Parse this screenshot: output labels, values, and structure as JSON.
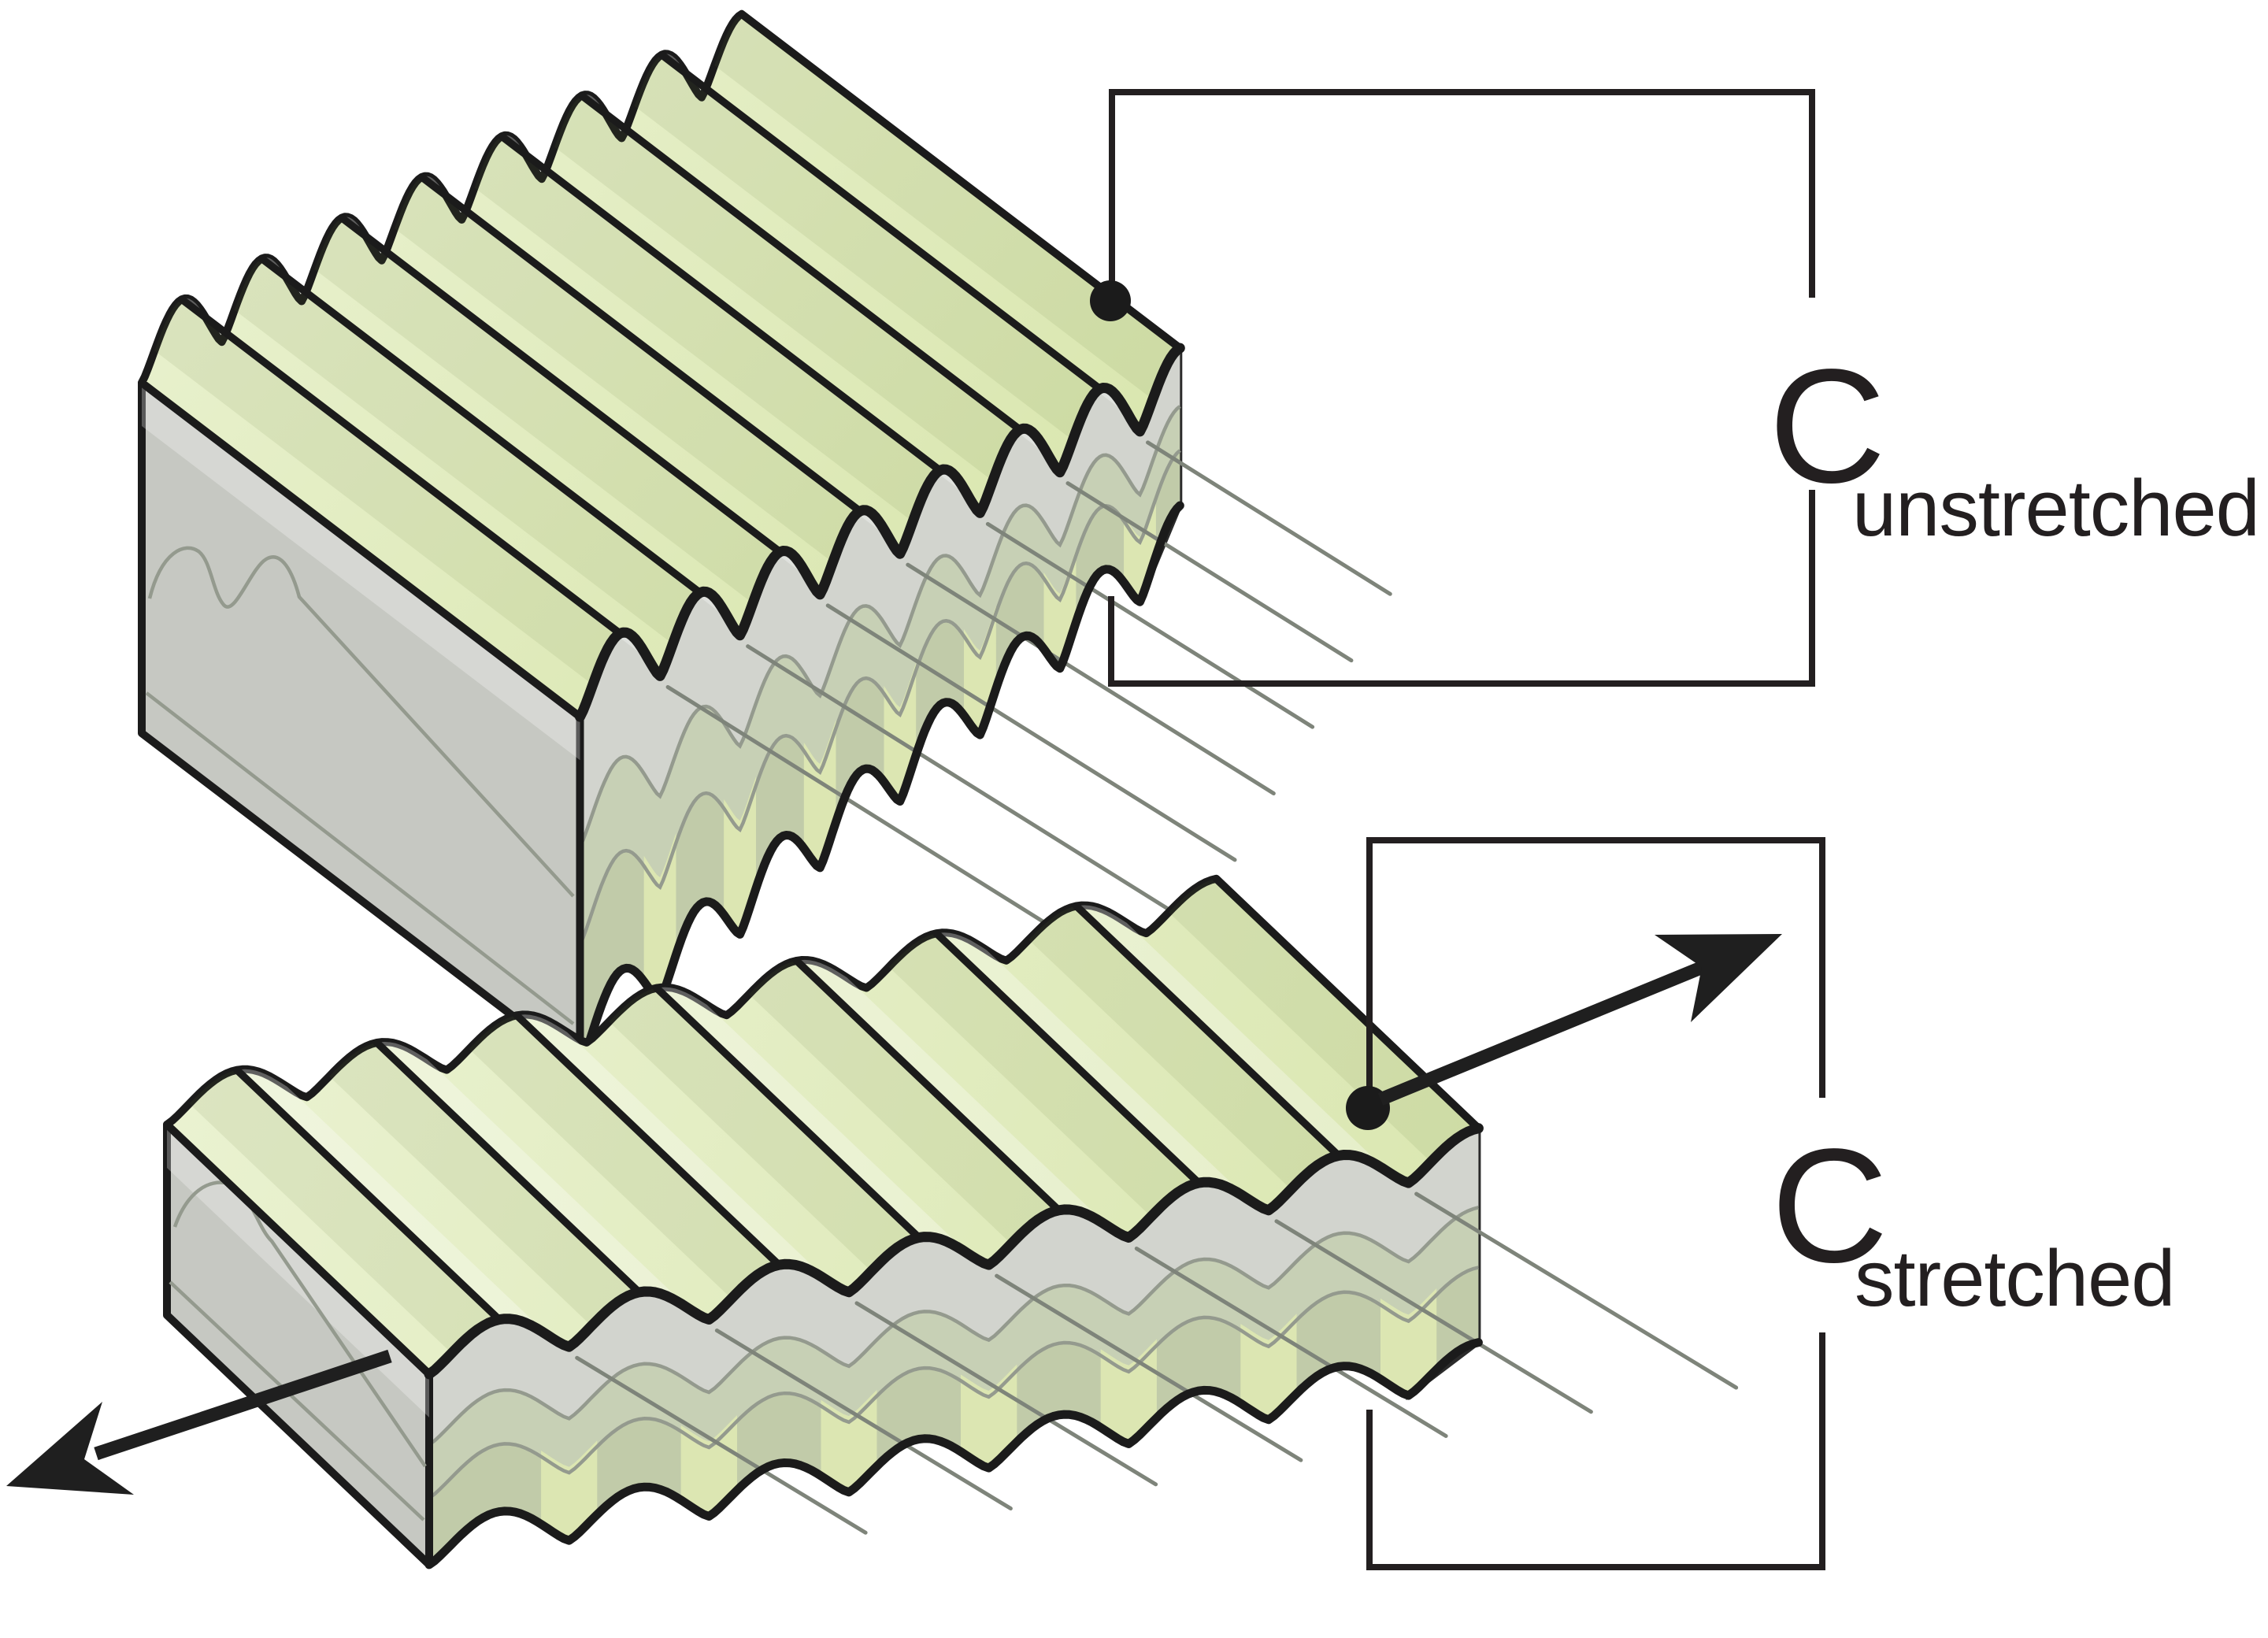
{
  "labels": {
    "cap_top": {
      "symbol": "C",
      "subscript": "unstretched"
    },
    "cap_bottom": {
      "symbol": "C",
      "subscript": "stretched"
    }
  },
  "figure": {
    "blocks": [
      {
        "name": "unstretched corrugated capacitor block",
        "ridges": 8
      },
      {
        "name": "stretched corrugated capacitor block",
        "ridges": 8
      }
    ],
    "icons": {
      "connection_node": "filled-circle",
      "stretch_arrow": "tapered-black-arrow"
    }
  },
  "palette": {
    "bg": "#ffffff",
    "outline": "#1b1b1b",
    "wire": "#231f20",
    "sheet_light": "#eaf2d1",
    "sheet": "#d9e6ae",
    "left_face": "#c6c8c2",
    "band_top": "#d2d4ce",
    "band_mid": "#c7d0b5",
    "band_low": "#c1cba9",
    "trough_glow": "#dce6b2",
    "right_face": "#d7d9d5",
    "thin_line": "#949a8e",
    "band_crest": "#7e847a",
    "shade_dark": "rgba(95,115,55,0.10)",
    "shade_light": "rgba(255,255,255,0.30)",
    "arrow": "#1f1f1f"
  }
}
